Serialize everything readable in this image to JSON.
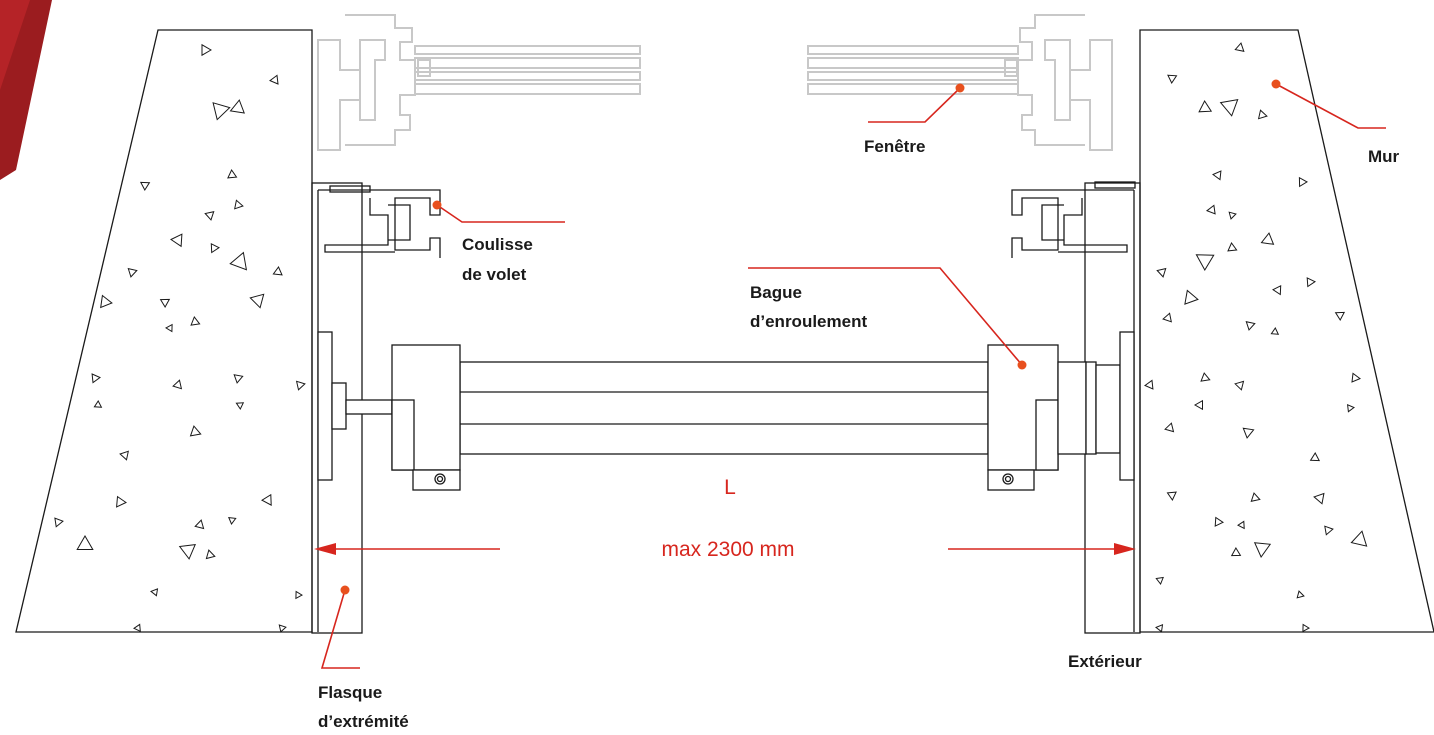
{
  "labels": {
    "fenetre": "Fenêtre",
    "mur": "Mur",
    "coulisse_line1": "Coulisse",
    "coulisse_line2": "de volet",
    "bague_line1": "Bague",
    "bague_line2": "d’enroulement",
    "flasque_line1": "Flasque",
    "flasque_line2": "d’extrémité",
    "exterieur": "Extérieur"
  },
  "dimensions": {
    "length_symbol": "L",
    "max_length": "max 2300 mm"
  },
  "colors": {
    "accent_red": "#d7261e",
    "leader_dot": "#e8501e",
    "line": "#1a1a1a",
    "ghost": "#c8c8c8",
    "corner_band": "#9b1c1f"
  }
}
